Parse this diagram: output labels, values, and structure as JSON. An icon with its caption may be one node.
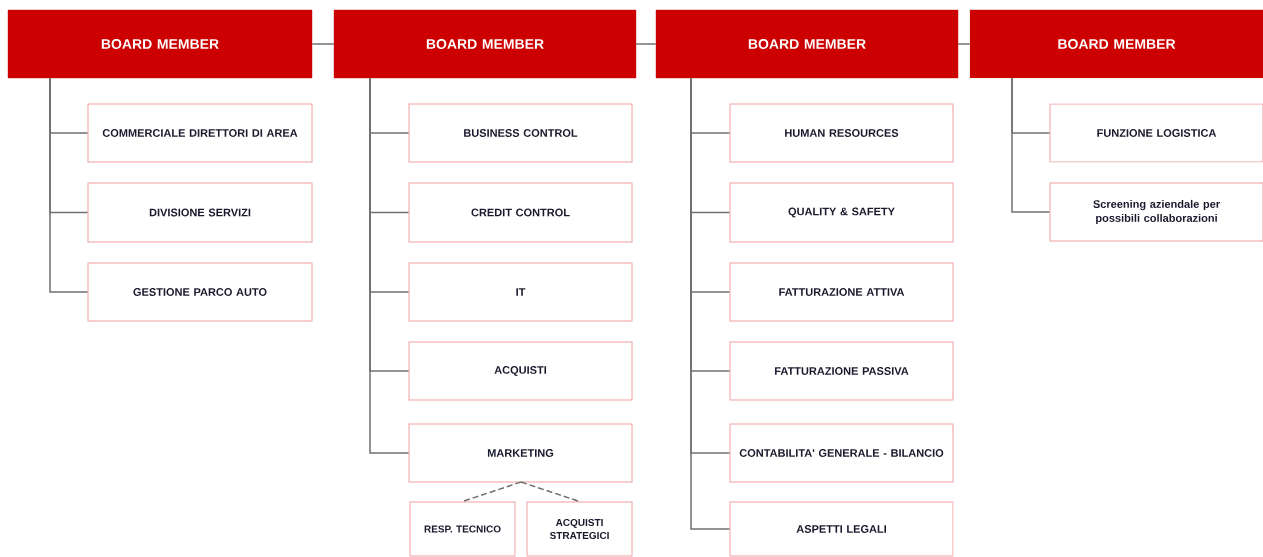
{
  "diagram": {
    "nodes": [
      {
        "text": [
          "BOARD MEMBER"
        ]
      },
      {
        "text": [
          "COMMERCIALE DIRETTORI DI AREA"
        ]
      },
      {
        "text": [
          "DIVISIONE SERVIZI"
        ]
      },
      {
        "text": [
          "GESTIONE PARCO AUTO"
        ]
      },
      {
        "text": [
          "BOARD MEMBER"
        ]
      },
      {
        "text": [
          "BUSINESS CONTROL"
        ]
      },
      {
        "text": [
          "CREDIT CONTROL"
        ]
      },
      {
        "text": [
          "IT"
        ]
      },
      {
        "text": [
          "ACQUISTI"
        ]
      },
      {
        "text": [
          "MARKETING"
        ]
      },
      {
        "text": [
          "RESP. TECNICO"
        ]
      },
      {
        "text": [
          "ACQUISTI STRATEGICI"
        ]
      },
      {
        "text": [
          "BOARD MEMBER"
        ]
      },
      {
        "text": [
          "HUMAN RESOURCES"
        ]
      },
      {
        "text": [
          "QUALITY & SAFETY"
        ]
      },
      {
        "text": [
          "FATTURAZIONE ATTIVA"
        ]
      },
      {
        "text": [
          "FATTURAZIONE PASSIVA"
        ]
      },
      {
        "text": [
          "CONTABILITA' GENERALE - BILANCIO"
        ]
      },
      {
        "text": [
          "ASPETTI LEGALI"
        ]
      },
      {
        "text": [
          "BOARD MEMBER"
        ]
      },
      {
        "text": [
          "FUNZIONE LOGISTICA"
        ]
      },
      {
        "text": [
          "Screening aziendale per possibili collaborazioni"
        ]
      }
    ],
    "edges": [
      {
        "from": 0,
        "to": 4,
        "arrow": "none"
      },
      {
        "from": 4,
        "to": 12,
        "arrow": "none"
      },
      {
        "from": 12,
        "to": 19,
        "arrow": "none"
      },
      {
        "from": 0,
        "to": 1,
        "arrow": "none"
      },
      {
        "from": 0,
        "to": 2,
        "arrow": "none"
      },
      {
        "from": 0,
        "to": 3,
        "arrow": "none"
      },
      {
        "from": 4,
        "to": 5,
        "arrow": "none"
      },
      {
        "from": 4,
        "to": 6,
        "arrow": "none"
      },
      {
        "from": 4,
        "to": 7,
        "arrow": "none"
      },
      {
        "from": 4,
        "to": 8,
        "arrow": "none"
      },
      {
        "from": 4,
        "to": 9,
        "arrow": "none"
      },
      {
        "from": 9,
        "to": 10,
        "arrow": "none",
        "style": "dashed"
      },
      {
        "from": 9,
        "to": 11,
        "arrow": "none",
        "style": "dashed"
      },
      {
        "from": 12,
        "to": 13,
        "arrow": "none"
      },
      {
        "from": 12,
        "to": 14,
        "arrow": "none"
      },
      {
        "from": 12,
        "to": 15,
        "arrow": "none"
      },
      {
        "from": 12,
        "to": 16,
        "arrow": "none"
      },
      {
        "from": 12,
        "to": 17,
        "arrow": "none"
      },
      {
        "from": 12,
        "to": 18,
        "arrow": "none"
      },
      {
        "from": 19,
        "to": 20,
        "arrow": "none"
      },
      {
        "from": 19,
        "to": 21,
        "arrow": "none"
      }
    ]
  }
}
